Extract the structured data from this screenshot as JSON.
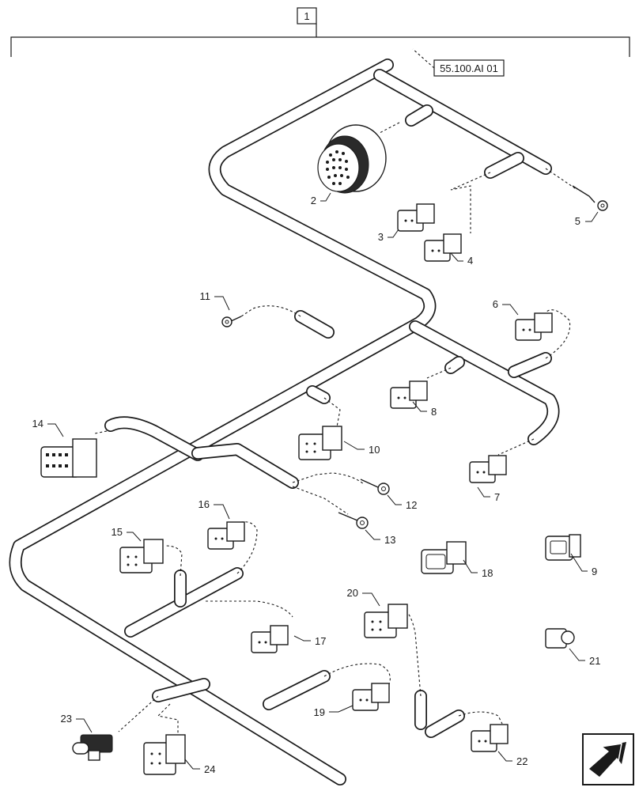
{
  "assembly": {
    "number": "1"
  },
  "reference": {
    "code": "55.100.AI 01"
  },
  "callouts": [
    {
      "id": "c2",
      "text": "2"
    },
    {
      "id": "c3",
      "text": "3"
    },
    {
      "id": "c4",
      "text": "4"
    },
    {
      "id": "c5",
      "text": "5"
    },
    {
      "id": "c6",
      "text": "6"
    },
    {
      "id": "c7",
      "text": "7"
    },
    {
      "id": "c8",
      "text": "8"
    },
    {
      "id": "c9",
      "text": "9"
    },
    {
      "id": "c10",
      "text": "10"
    },
    {
      "id": "c11",
      "text": "11"
    },
    {
      "id": "c12",
      "text": "12"
    },
    {
      "id": "c13",
      "text": "13"
    },
    {
      "id": "c14",
      "text": "14"
    },
    {
      "id": "c15",
      "text": "15"
    },
    {
      "id": "c16",
      "text": "16"
    },
    {
      "id": "c17",
      "text": "17"
    },
    {
      "id": "c18",
      "text": "18"
    },
    {
      "id": "c19",
      "text": "19"
    },
    {
      "id": "c20",
      "text": "20"
    },
    {
      "id": "c21",
      "text": "21"
    },
    {
      "id": "c22",
      "text": "22"
    },
    {
      "id": "c23",
      "text": "23"
    },
    {
      "id": "c24",
      "text": "24"
    }
  ],
  "icons": {
    "nav": "next-page-arrow-icon"
  }
}
